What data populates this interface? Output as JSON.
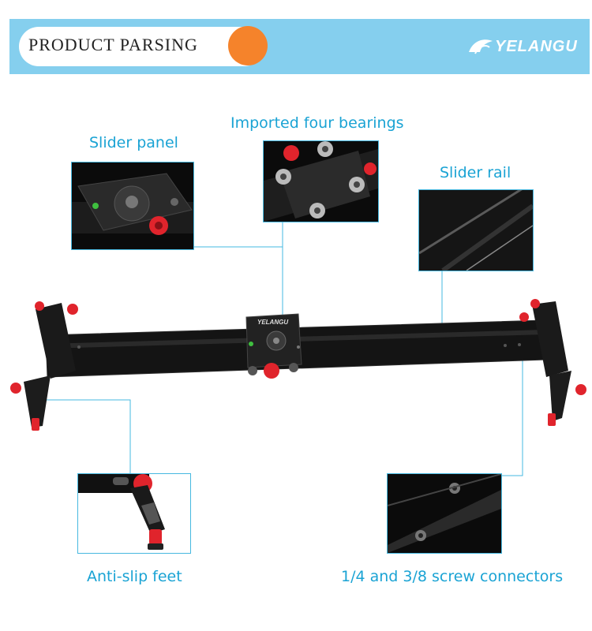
{
  "header": {
    "title": "PRODUCT  PARSING",
    "brand": "YELANGU",
    "background_color": "#85cfee",
    "accent_color": "#f5832b"
  },
  "callouts": {
    "slider_panel": "Slider panel",
    "bearings": "Imported four bearings",
    "rail": "Slider rail",
    "feet": "Anti-slip feet",
    "screws": "1/4 and 3/8 screw connectors"
  },
  "product": {
    "carriage_brand": "YELANGU"
  },
  "colors": {
    "callout_text": "#1aa3d4",
    "leader_line": "#46b8e0",
    "knob_red": "#e0242c"
  }
}
